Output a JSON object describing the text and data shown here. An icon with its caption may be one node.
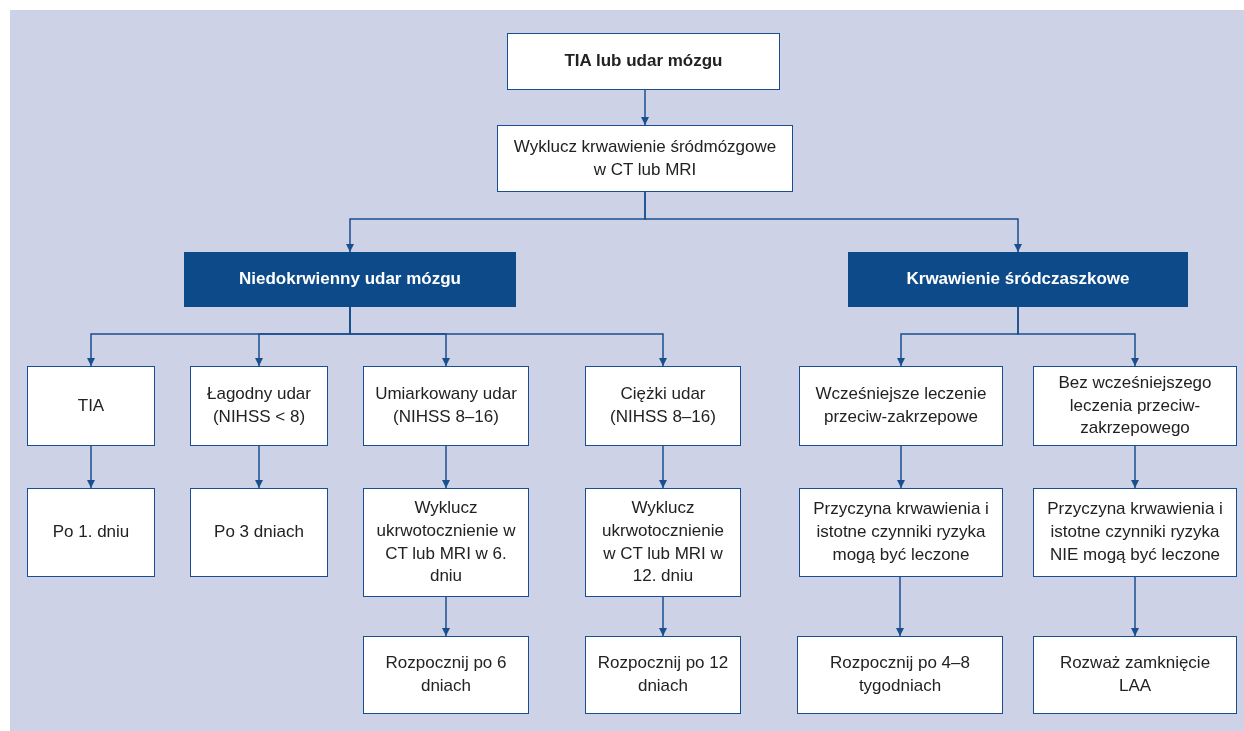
{
  "diagram": {
    "nodes": [
      {
        "text": [
          "TIA lub udar mózgu"
        ]
      },
      {
        "text": [
          "Wyklucz krwawienie śródmózgowe w CT lub MRI"
        ]
      },
      {
        "text": [
          "Niedokrwienny udar mózgu"
        ]
      },
      {
        "text": [
          "Krwawienie śródczaszkowe"
        ]
      },
      {
        "text": [
          "TIA"
        ]
      },
      {
        "text": [
          "Łagodny udar (NIHSS < 8)"
        ]
      },
      {
        "text": [
          "Umiarkowany udar (NIHSS 8–16)"
        ]
      },
      {
        "text": [
          "Ciężki udar (NIHSS 8–16)"
        ]
      },
      {
        "text": [
          "Wcześniejsze leczenie przeciw-zakrzepowe"
        ]
      },
      {
        "text": [
          "Bez wcześniejszego leczenia przeciw-zakrzepowego"
        ]
      },
      {
        "text": [
          "Po 1. dniu"
        ]
      },
      {
        "text": [
          "Po 3 dniach"
        ]
      },
      {
        "text": [
          "Wyklucz ukrwotocznienie w CT lub MRI w 6. dniu"
        ]
      },
      {
        "text": [
          "Wyklucz ukrwotocznienie w CT lub MRI w 12. dniu"
        ]
      },
      {
        "text": [
          "Przyczyna krwawienia i istotne czynniki ryzyka mogą być leczone"
        ]
      },
      {
        "text": [
          "Przyczyna krwawienia i istotne czynniki ryzyka NIE mogą być leczone"
        ]
      },
      {
        "text": [
          "Rozpocznij po 6 dniach"
        ]
      },
      {
        "text": [
          "Rozpocznij po 12 dniach"
        ]
      },
      {
        "text": [
          "Rozpocznij po 4–8 tygodniach"
        ]
      },
      {
        "text": [
          "Rozważ zamknięcie LAA"
        ]
      }
    ],
    "edges": [
      {
        "from": 0,
        "to": 1,
        "arrow": "to"
      },
      {
        "from": 1,
        "to": 2,
        "arrow": "to"
      },
      {
        "from": 1,
        "to": 3,
        "arrow": "to"
      },
      {
        "from": 2,
        "to": 4,
        "arrow": "to"
      },
      {
        "from": 2,
        "to": 5,
        "arrow": "to"
      },
      {
        "from": 2,
        "to": 6,
        "arrow": "to"
      },
      {
        "from": 2,
        "to": 7,
        "arrow": "to"
      },
      {
        "from": 3,
        "to": 8,
        "arrow": "to"
      },
      {
        "from": 3,
        "to": 9,
        "arrow": "to"
      },
      {
        "from": 4,
        "to": 10,
        "arrow": "to"
      },
      {
        "from": 5,
        "to": 11,
        "arrow": "to"
      },
      {
        "from": 6,
        "to": 12,
        "arrow": "to"
      },
      {
        "from": 7,
        "to": 13,
        "arrow": "to"
      },
      {
        "from": 8,
        "to": 14,
        "arrow": "to"
      },
      {
        "from": 9,
        "to": 15,
        "arrow": "to"
      },
      {
        "from": 12,
        "to": 16,
        "arrow": "to"
      },
      {
        "from": 13,
        "to": 17,
        "arrow": "to"
      },
      {
        "from": 14,
        "to": 18,
        "arrow": "to"
      },
      {
        "from": 15,
        "to": 19,
        "arrow": "to"
      }
    ]
  }
}
